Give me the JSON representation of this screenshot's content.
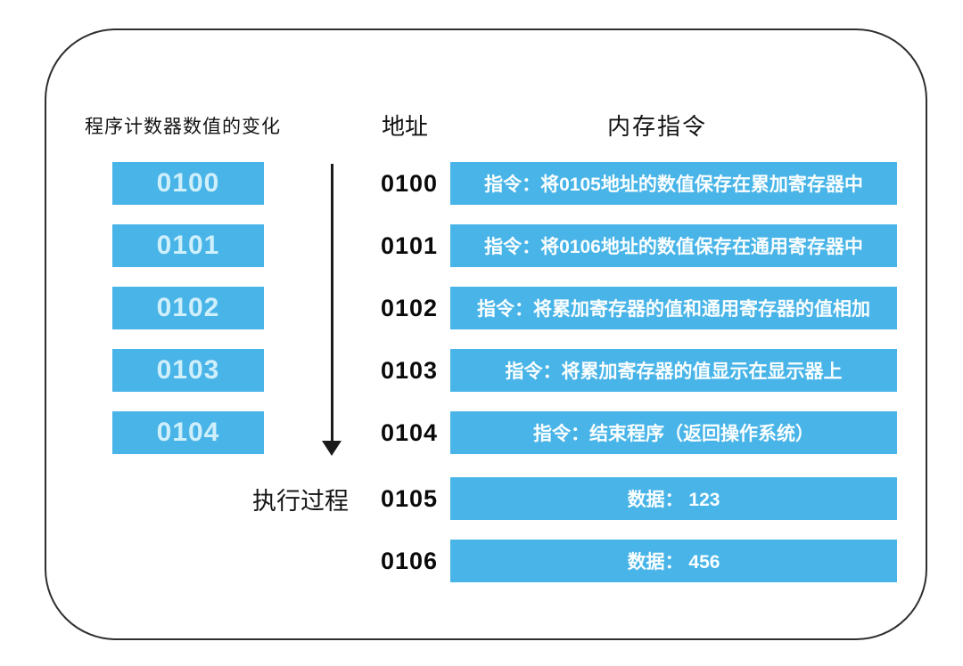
{
  "left_panel": {
    "header": "程序计数器数值的变化",
    "counters": [
      "0100",
      "0101",
      "0102",
      "0103",
      "0104"
    ]
  },
  "flow": {
    "label": "执行过程"
  },
  "memory": {
    "address_header": "地址",
    "instruction_header": "内存指令",
    "rows": [
      {
        "address": "0100",
        "content": "指令：将0105地址的数值保存在累加寄存器中"
      },
      {
        "address": "0101",
        "content": "指令：将0106地址的数值保存在通用寄存器中"
      },
      {
        "address": "0102",
        "content": "指令：将累加寄存器的值和通用寄存器的值相加"
      },
      {
        "address": "0103",
        "content": "指令：将累加寄存器的值显示在显示器上"
      },
      {
        "address": "0104",
        "content": "指令：结束程序（返回操作系统）"
      },
      {
        "address": "0105",
        "content": "数据： 123"
      },
      {
        "address": "0106",
        "content": "数据： 456"
      }
    ]
  },
  "colors": {
    "box_blue": "#48b4e7",
    "counter_text": "#cfeffb",
    "bar_text": "#ffffff",
    "frame_border": "#2f2f2f",
    "arrow_black": "#1a1a1a"
  }
}
